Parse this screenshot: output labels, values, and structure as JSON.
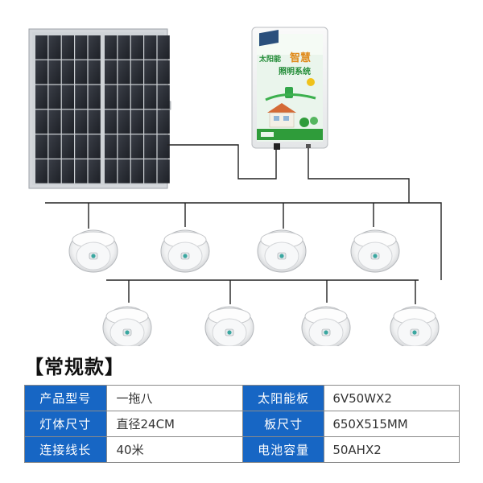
{
  "section_title": "【常规款】",
  "controller": {
    "brand_line1": "太阳能",
    "brand_big1": "智慧",
    "brand_line2": "照明系统"
  },
  "specs": [
    {
      "k1": "产品型号",
      "v1": "一拖八",
      "k2": "太阳能板",
      "v2": "6V50WX2"
    },
    {
      "k1": "灯体尺寸",
      "v1": "直径24CM",
      "k2": "板尺寸",
      "v2": "650X515MM"
    },
    {
      "k1": "连接线长",
      "v1": "40米",
      "k2": "电池容量",
      "v2": "50AHX2"
    }
  ],
  "colors": {
    "table_header": "#1766c4",
    "panel_cell": "#2c2f36",
    "panel_frame": "#c8ccd1",
    "controller_green": "#2f9c3a"
  },
  "icons": [
    "solar-panel-icon",
    "controller-box-icon",
    "lamp-icon"
  ]
}
